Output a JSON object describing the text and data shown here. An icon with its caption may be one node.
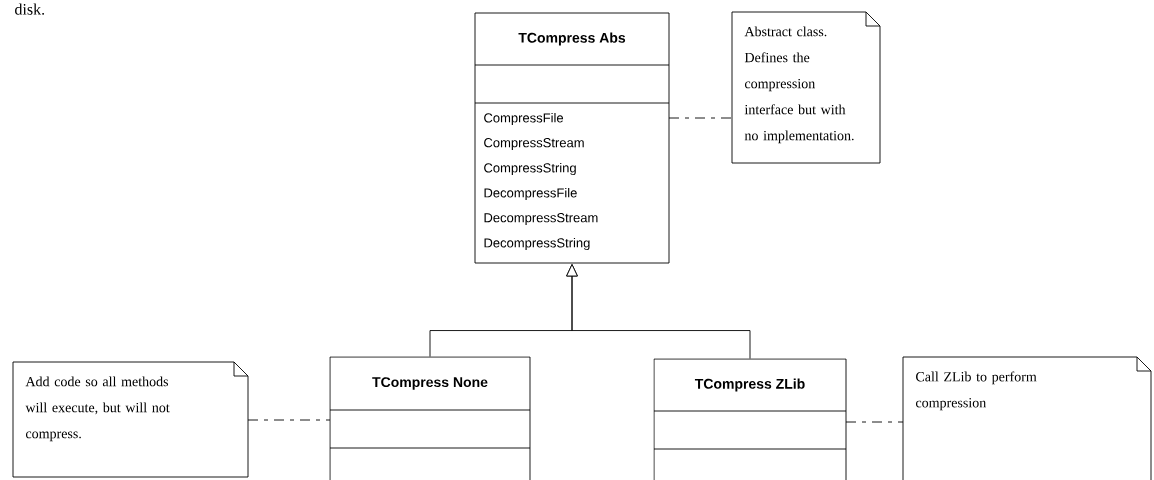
{
  "diagram": {
    "nodes": [
      {
        "text": [
          "TCompress Abs",
          "CompressFile",
          "CompressStream",
          "CompressString",
          "DecompressFile",
          "DecompressStream",
          "DecompressString"
        ]
      },
      {
        "text": [
          "Abstract class. Defines the compression interface but with no implementation."
        ]
      },
      {
        "text": [
          "Add code so all methods will execute, but will not compress."
        ]
      },
      {
        "text": [
          "TCompress None"
        ]
      },
      {
        "text": [
          "TCompress ZLib"
        ]
      },
      {
        "text": [
          "Call ZLib to perform compression"
        ]
      }
    ],
    "edges": [
      {
        "from": 3,
        "to": 0,
        "arrow": "to"
      },
      {
        "from": 4,
        "to": 0,
        "arrow": "to"
      },
      {
        "from": 0,
        "to": 1,
        "arrow": "none",
        "style": "dashed"
      },
      {
        "from": 2,
        "to": 3,
        "arrow": "none",
        "style": "dashed"
      },
      {
        "from": 4,
        "to": 5,
        "arrow": "none",
        "style": "dashed"
      }
    ],
    "labels": [
      "disk."
    ]
  }
}
